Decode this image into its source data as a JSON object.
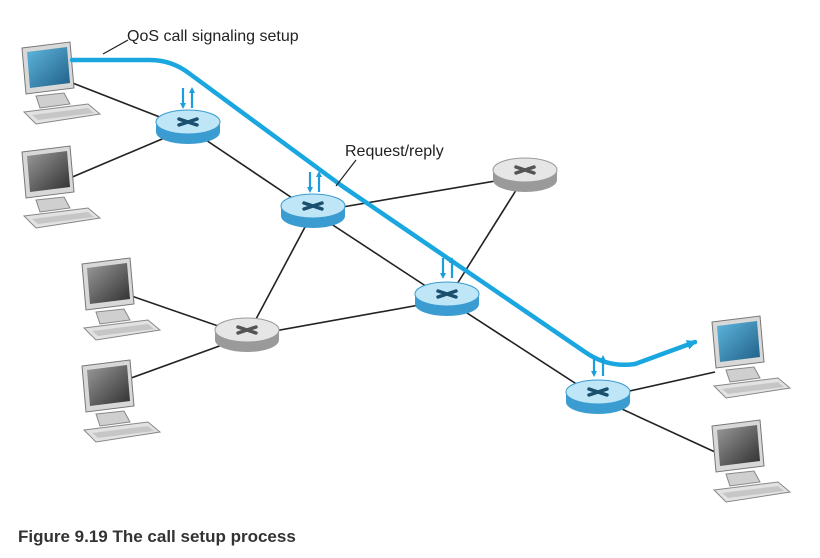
{
  "labels": {
    "signaling": "QoS call signaling setup",
    "request_reply": "Request/reply"
  },
  "caption": "Figure 9.19 The call setup process",
  "colors": {
    "signal_path": "#1aa7e0",
    "arrow": "#1a9fdc",
    "link": "#222222",
    "router_blue_top": "#bfe6f7",
    "router_blue_side": "#3a9cd0",
    "router_gray_top": "#e6e6e6",
    "router_gray_side": "#9a9a9a",
    "screen_blue": "#1f6f99",
    "screen_gray": "#555555"
  },
  "icons": {
    "router": "router-icon",
    "host": "desktop-computer-icon",
    "arrows": "up-down-arrows-icon"
  }
}
